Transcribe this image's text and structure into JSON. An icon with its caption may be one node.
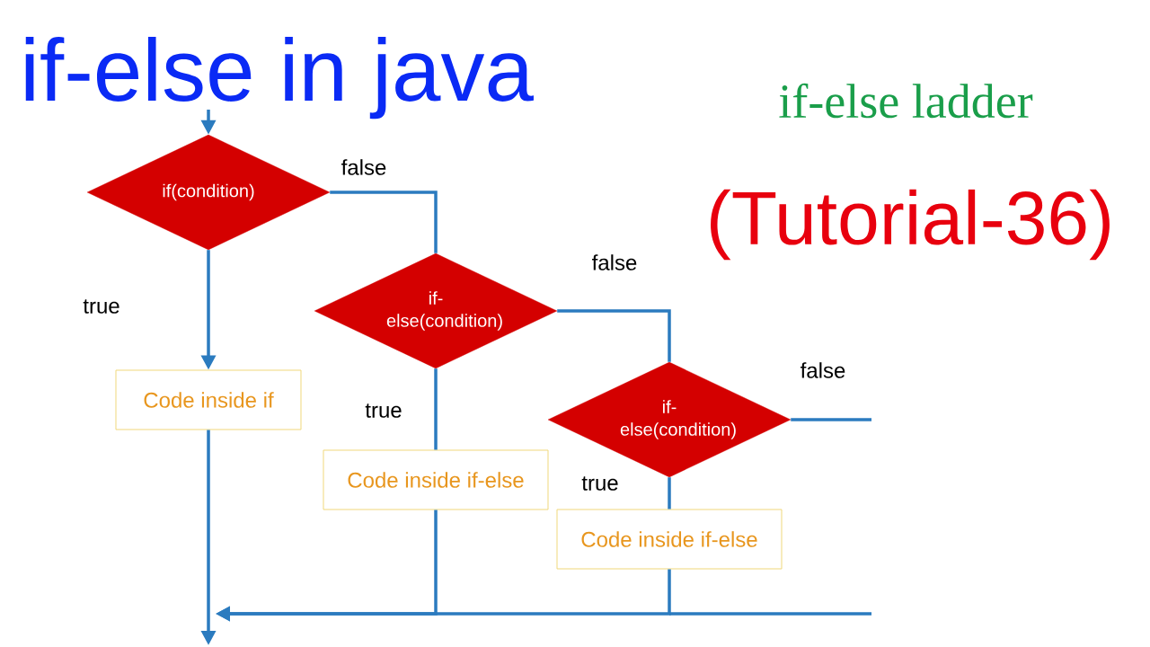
{
  "diagram": {
    "title": "if-else in java",
    "nodes": [
      {
        "text": [
          "if(condition)"
        ]
      },
      {
        "text": [
          "if-else(condition)"
        ]
      },
      {
        "text": [
          "if-else(condition)"
        ]
      },
      {
        "text": [
          "Code inside if"
        ]
      },
      {
        "text": [
          "Code inside if-else"
        ]
      },
      {
        "text": [
          "Code inside if-else"
        ]
      }
    ],
    "edges": [
      {
        "from": null,
        "to": 0,
        "arrow": "to"
      },
      {
        "from": 0,
        "to": 1,
        "arrow": "none",
        "label": "false"
      },
      {
        "from": 1,
        "to": 2,
        "arrow": "none",
        "label": "false"
      },
      {
        "from": 2,
        "to": null,
        "arrow": "none",
        "label": "false"
      },
      {
        "from": 0,
        "to": 3,
        "arrow": "to",
        "label": "true"
      },
      {
        "from": 1,
        "to": 4,
        "arrow": "none",
        "label": "true"
      },
      {
        "from": 2,
        "to": 5,
        "arrow": "none",
        "label": "true"
      },
      {
        "from": 3,
        "to": null,
        "arrow": "to"
      },
      {
        "from": 4,
        "to": null,
        "arrow": "to"
      },
      {
        "from": 5,
        "to": null,
        "arrow": "to"
      }
    ],
    "labels": [
      "if-else ladder",
      "(Tutorial-36)"
    ]
  }
}
